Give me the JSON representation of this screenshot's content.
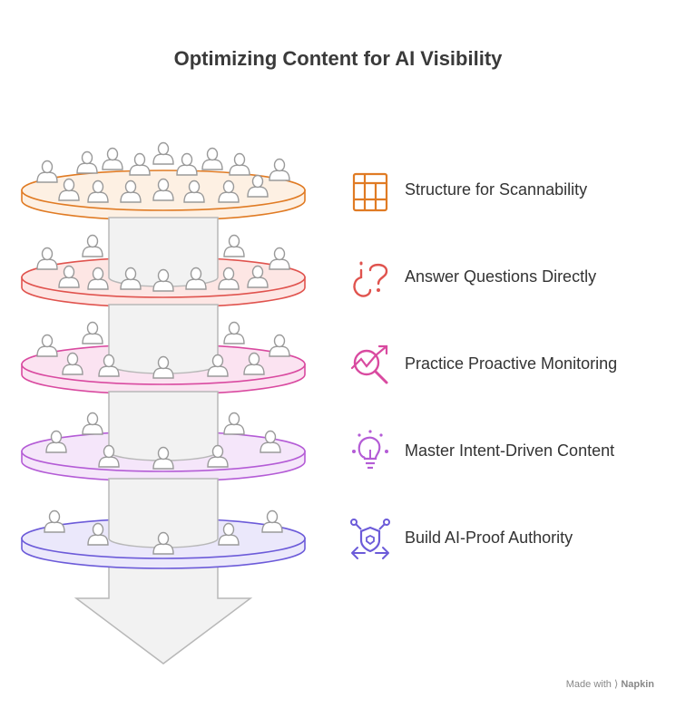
{
  "title": "Optimizing Content for AI Visibility",
  "steps": [
    {
      "label": "Structure for Scannability",
      "color": "#e07b24",
      "fill": "#fdf0e3",
      "icon": "layout-icon"
    },
    {
      "label": "Answer Questions Directly",
      "color": "#e0534e",
      "fill": "#fde6e4",
      "icon": "question-marks-icon"
    },
    {
      "label": "Practice Proactive Monitoring",
      "color": "#d94aa0",
      "fill": "#fbe3f1",
      "icon": "trend-magnifier-icon"
    },
    {
      "label": "Master Intent-Driven Content",
      "color": "#b45cd6",
      "fill": "#f5e6fa",
      "icon": "lightbulb-icon"
    },
    {
      "label": "Build AI-Proof Authority",
      "color": "#6c5bd9",
      "fill": "#ebe8fb",
      "icon": "shield-network-icon"
    }
  ],
  "watermark": {
    "prefix": "Made with",
    "brand": "Napkin"
  }
}
